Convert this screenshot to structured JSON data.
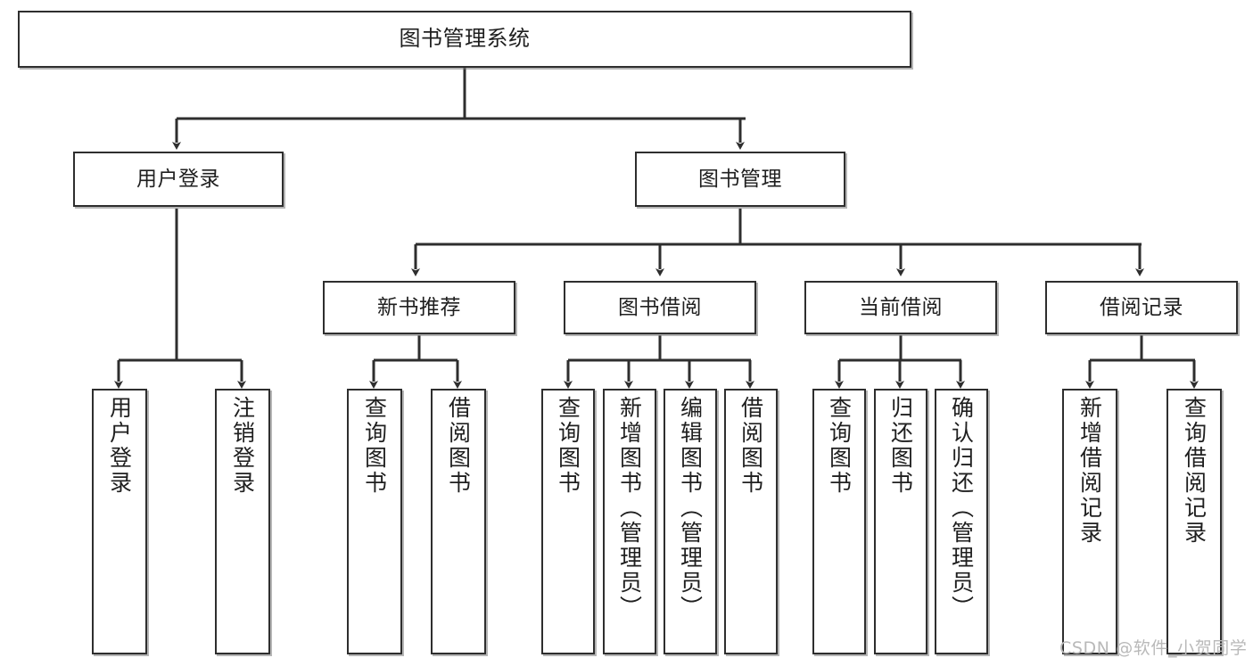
{
  "diagram": {
    "type": "tree",
    "title": "图书管理系统",
    "orientation": "top-down",
    "colors": {
      "box_border": "#2e2e2e",
      "box_fill": "#ffffff",
      "text": "#1f1f1f",
      "connector": "#2e2e2e",
      "watermark": "#b9b9b9",
      "background": "#ffffff"
    },
    "nodes": {
      "root": {
        "label": "图书管理系统",
        "level": 1
      },
      "level2": [
        {
          "id": "user-login",
          "label": "用户登录"
        },
        {
          "id": "book-management",
          "label": "图书管理"
        }
      ],
      "level3": [
        {
          "id": "new-book-recommend",
          "label": "新书推荐"
        },
        {
          "id": "book-borrow",
          "label": "图书借阅"
        },
        {
          "id": "current-borrow",
          "label": "当前借阅"
        },
        {
          "id": "borrow-record",
          "label": "借阅记录"
        }
      ],
      "leaves": {
        "user-login": [
          {
            "id": "leaf-user-login",
            "label": "用户登录"
          },
          {
            "id": "leaf-logout-login",
            "label": "注销登录"
          }
        ],
        "new-book-recommend": [
          {
            "id": "leaf-query-book-1",
            "label": "查询图书"
          },
          {
            "id": "leaf-borrow-book-1",
            "label": "借阅图书"
          }
        ],
        "book-borrow": [
          {
            "id": "leaf-query-book-2",
            "label": "查询图书"
          },
          {
            "id": "leaf-add-book-admin",
            "label": "新增图书（管理员）"
          },
          {
            "id": "leaf-edit-book-admin",
            "label": "编辑图书（管理员）"
          },
          {
            "id": "leaf-borrow-book-2",
            "label": "借阅图书"
          }
        ],
        "current-borrow": [
          {
            "id": "leaf-query-book-3",
            "label": "查询图书"
          },
          {
            "id": "leaf-return-book",
            "label": "归还图书"
          },
          {
            "id": "leaf-confirm-return-admin",
            "label": "确认归还（管理员）"
          }
        ],
        "borrow-record": [
          {
            "id": "leaf-add-borrow-record",
            "label": "新增借阅记录"
          },
          {
            "id": "leaf-query-borrow-record",
            "label": "查询借阅记录"
          }
        ]
      }
    },
    "watermark": "CSDN @软件_小贺同学"
  }
}
